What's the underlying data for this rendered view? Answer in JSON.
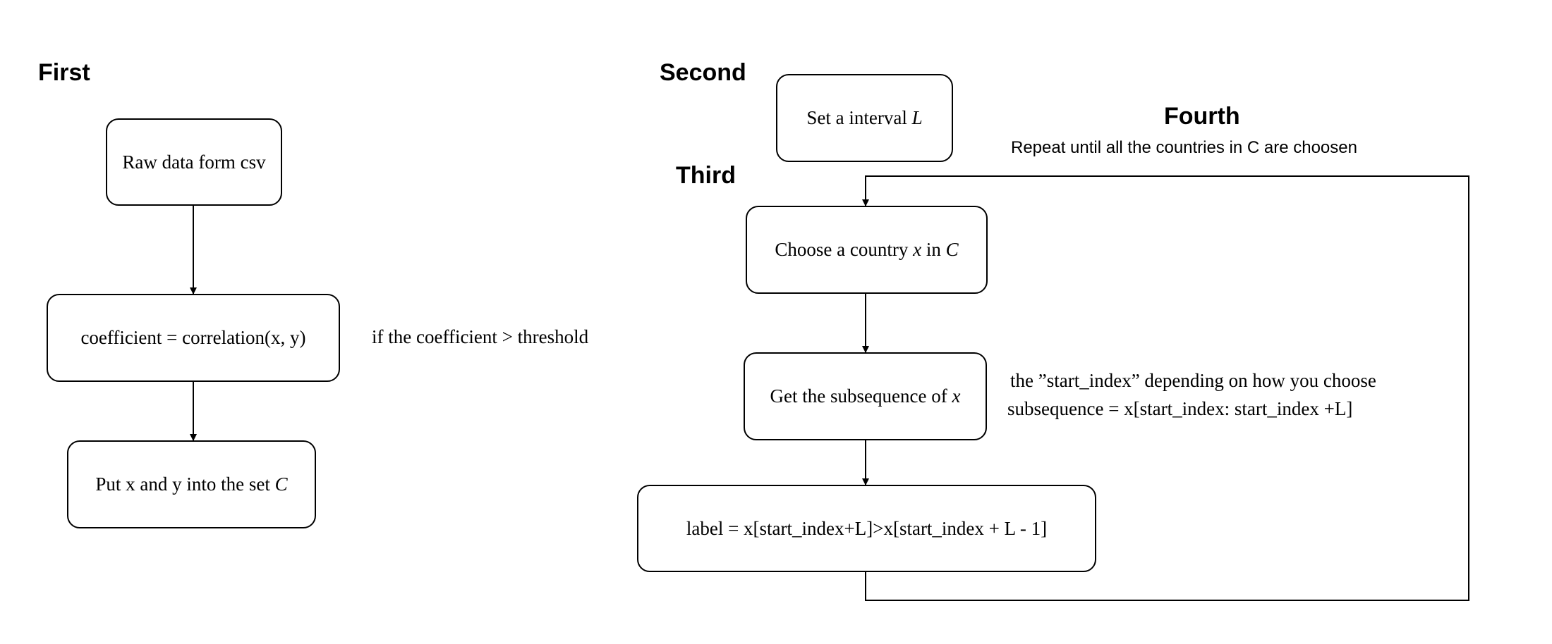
{
  "steps": {
    "first": {
      "heading": "First",
      "raw_data": "Raw data form csv",
      "coefficient": "coefficient = correlation(x, y)",
      "condition": "if the coefficient > threshold",
      "put_into_set": {
        "prefix": "Put x and y into the set ",
        "var": "C"
      }
    },
    "second": {
      "heading": "Second",
      "set_interval": {
        "prefix": "Set a interval ",
        "var": "L"
      }
    },
    "third": {
      "heading": "Third",
      "choose_country": {
        "prefix": "Choose a country ",
        "var": "x",
        "middle": " in ",
        "set": "C"
      },
      "get_subsequence": {
        "prefix": "Get the subsequence of ",
        "var": "x"
      },
      "start_index_note": "the ”start_index” depending on how you choose",
      "subsequence_formula": "subsequence =  x[start_index: start_index +L]",
      "label_formula": "label = x[start_index+L]>x[start_index + L - 1]"
    },
    "fourth": {
      "heading": "Fourth",
      "repeat_note": "Repeat until all the countries in C are choosen"
    }
  }
}
